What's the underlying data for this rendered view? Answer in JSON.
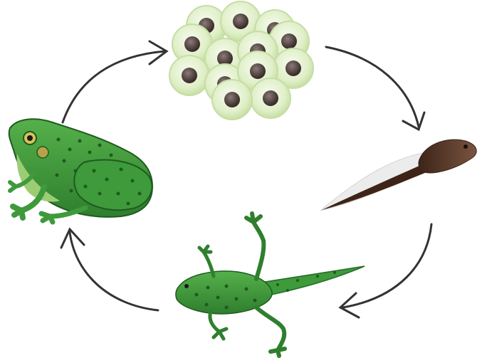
{
  "diagram": {
    "stages": [
      {
        "id": "eggs",
        "icon": "frog-eggs-icon"
      },
      {
        "id": "tadpole",
        "icon": "tadpole-icon"
      },
      {
        "id": "froglet",
        "icon": "froglet-icon"
      },
      {
        "id": "adult-frog",
        "icon": "adult-frog-icon"
      }
    ],
    "cycle_order": [
      "eggs",
      "tadpole",
      "froglet",
      "adult-frog",
      "eggs"
    ],
    "arrow_color": "#333333",
    "colors": {
      "egg_jelly": "#e4f2cf",
      "egg_jelly_edge": "#c5dea4",
      "egg_core": "#4a3a38",
      "tadpole_body": "#5b3d2e",
      "tadpole_fin": "#f1f1f1",
      "frog_green": "#3e9a3a",
      "frog_dark": "#236b24",
      "frog_belly": "#8cc46a",
      "spots": "#1f5a21"
    }
  }
}
